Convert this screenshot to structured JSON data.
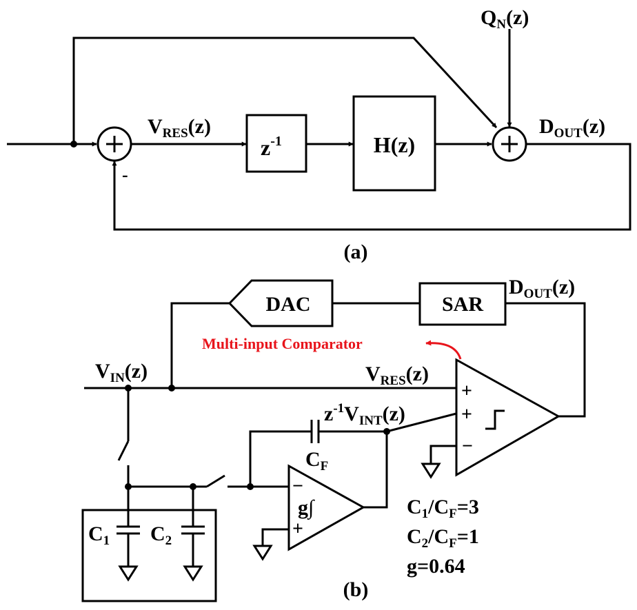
{
  "panel_a": {
    "caption": "(a)",
    "q_n": {
      "main": "Q",
      "sub": "N",
      "tail": "(z)"
    },
    "v_res": {
      "main": "V",
      "sub": "RES",
      "tail": "(z)"
    },
    "d_out": {
      "main": "D",
      "sub": "OUT",
      "tail": "(z)"
    },
    "delay": {
      "main": "z",
      "sup": "-1"
    },
    "h_block": "H(z)",
    "minus_sign": "-",
    "plus_symbol": "+"
  },
  "panel_b": {
    "caption": "(b)",
    "dac": "DAC",
    "sar": "SAR",
    "d_out": {
      "main": "D",
      "sub": "OUT",
      "tail": "(z)"
    },
    "comparator_note": "Multi-input Comparator",
    "v_in": {
      "main": "V",
      "sub": "IN",
      "tail": "(z)"
    },
    "v_res": {
      "main": "V",
      "sub": "RES",
      "tail": "(z)"
    },
    "v_int": {
      "pre": "z",
      "sup": "-1",
      "main": "V",
      "sub": "INT",
      "tail": "(z)"
    },
    "cf": {
      "main": "C",
      "sub": "F"
    },
    "c1": {
      "main": "C",
      "sub": "1"
    },
    "c2": {
      "main": "C",
      "sub": "2"
    },
    "integrator": "g∫",
    "plus": "+",
    "minus": "−",
    "ratios": [
      {
        "a": "C",
        "as": "1",
        "b": "/C",
        "bs": "F",
        "rest": "=3"
      },
      {
        "a": "C",
        "as": "2",
        "b": "/C",
        "bs": "F",
        "rest": "=1"
      }
    ],
    "gain": "g=0.64"
  },
  "colors": {
    "annotation": "#e8141b",
    "line": "#000000"
  }
}
